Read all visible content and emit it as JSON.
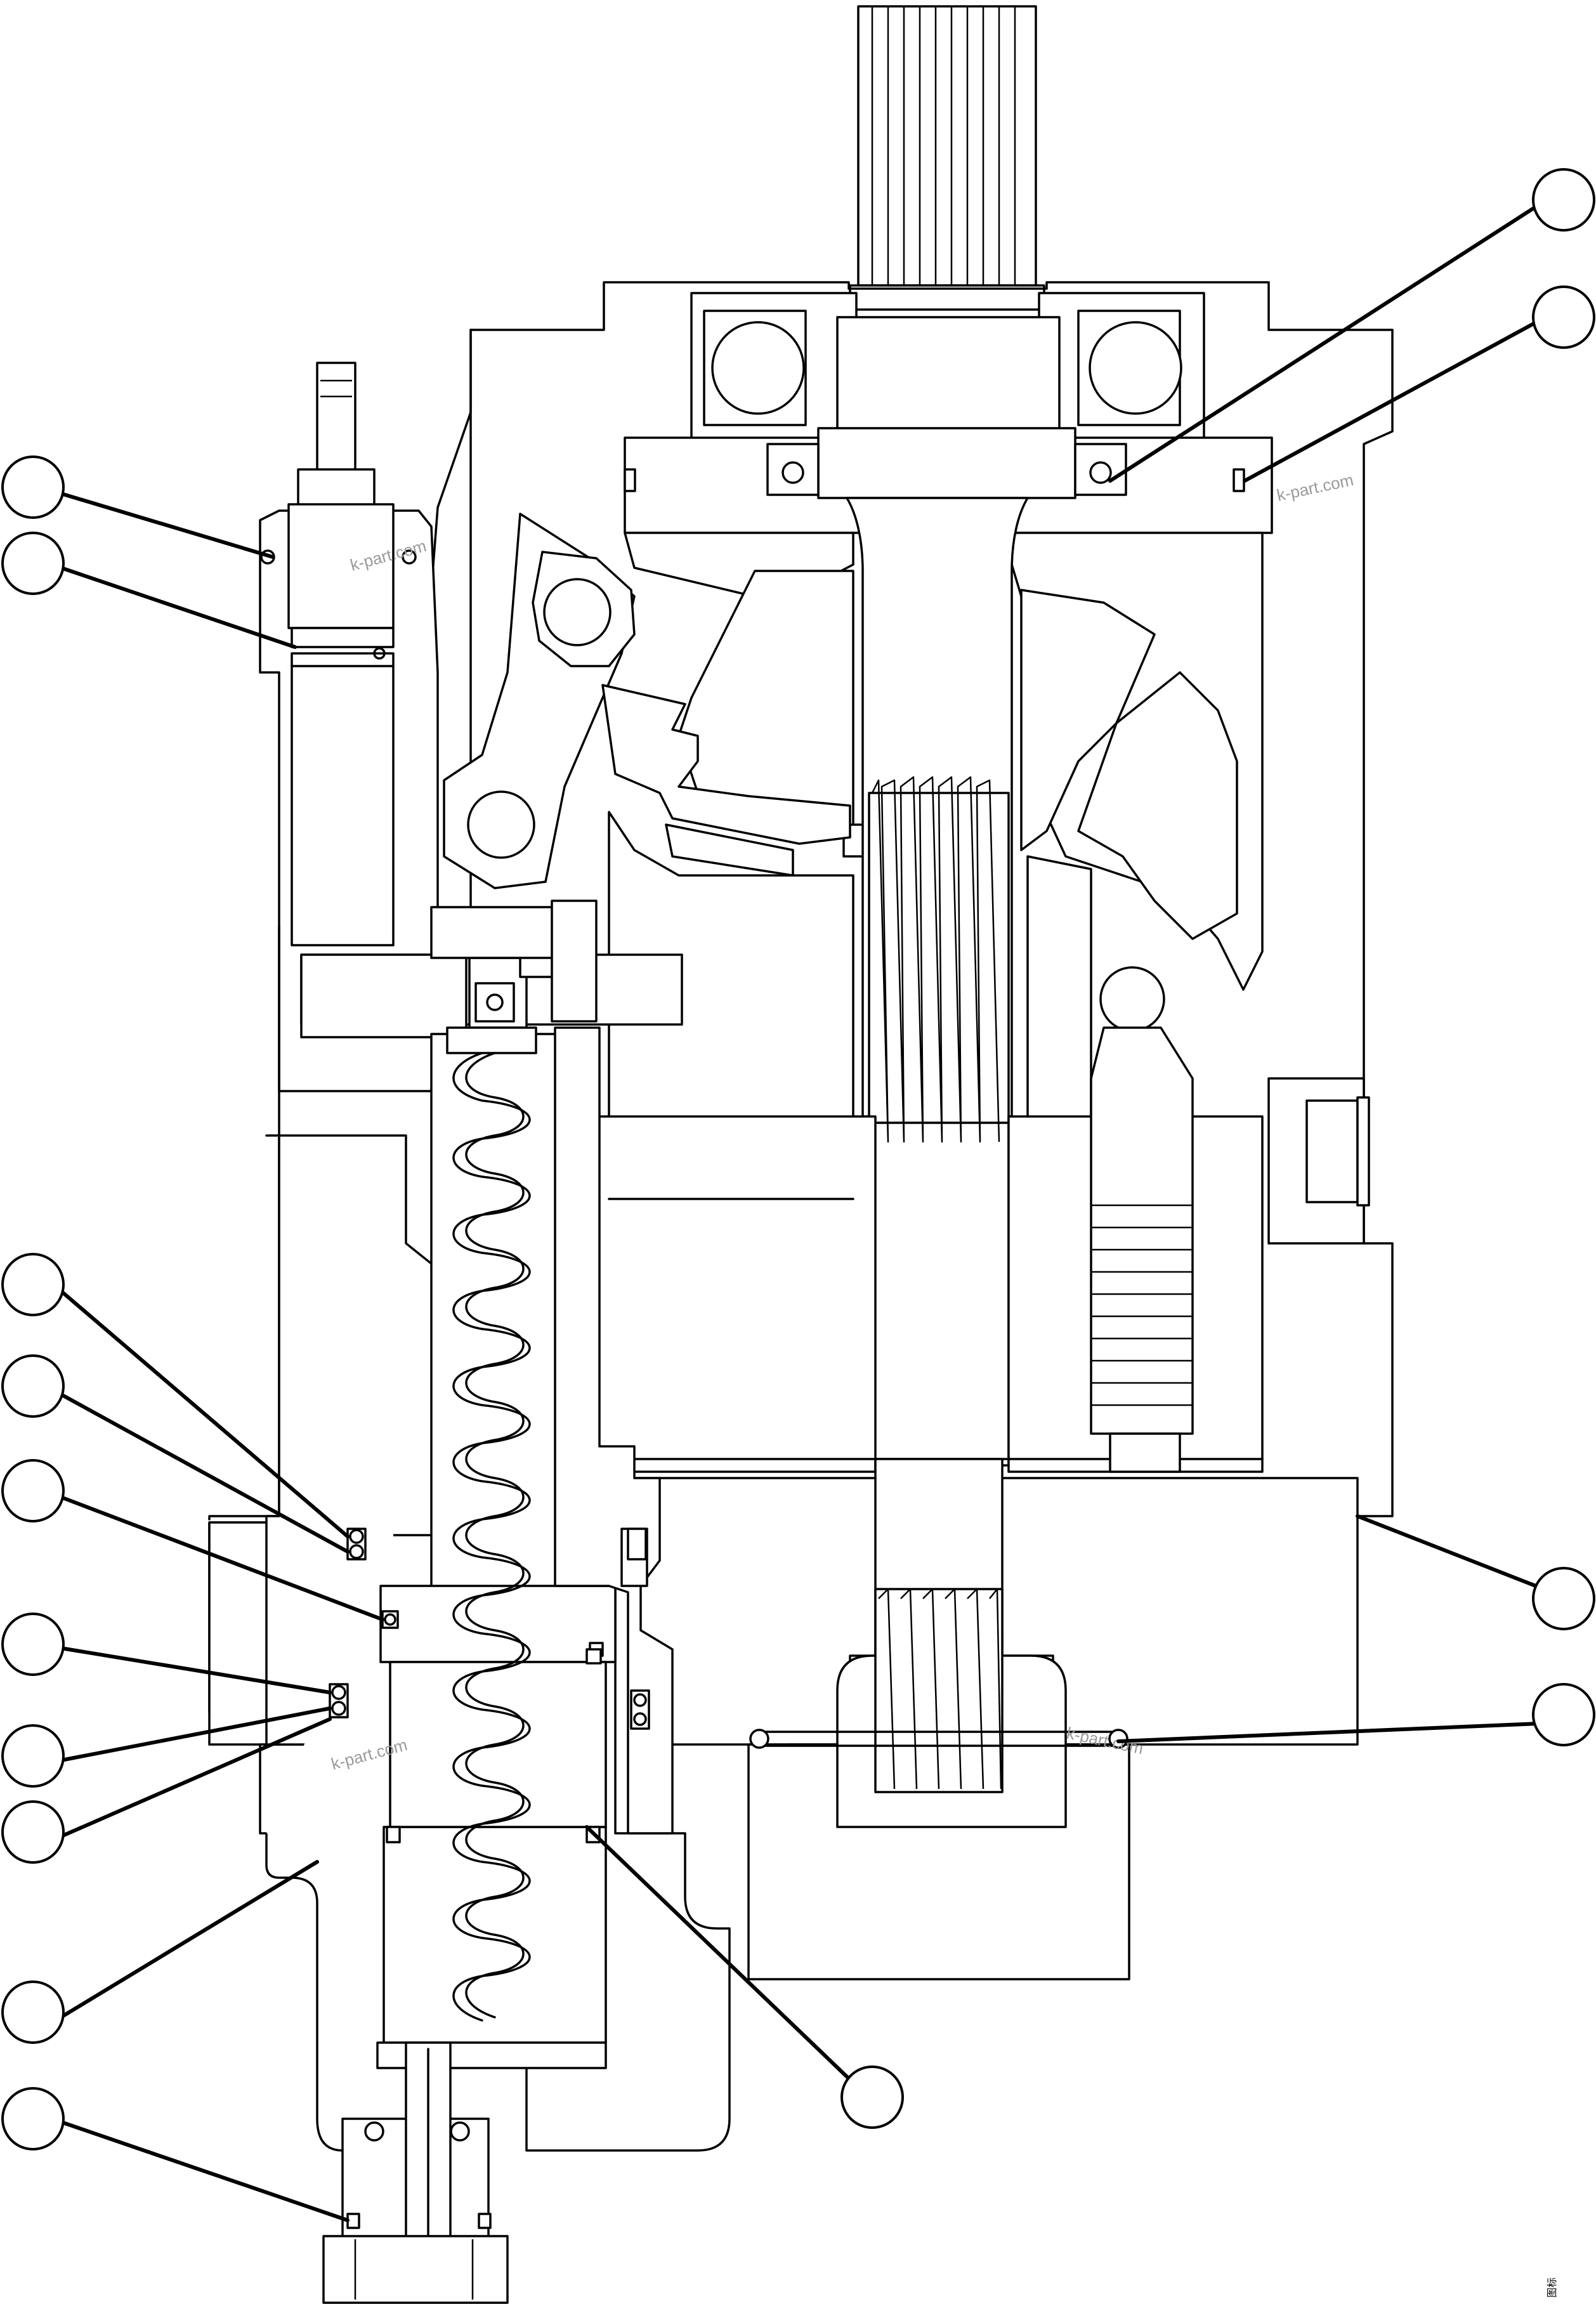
{
  "figure": {
    "watermarks": [
      "k-part.com",
      "k-part.com",
      "k-part.com",
      "k-part.com"
    ],
    "corner_mark": "图标"
  },
  "callouts": [
    {
      "id": "c1",
      "label": ""
    },
    {
      "id": "c2",
      "label": ""
    },
    {
      "id": "c3",
      "label": ""
    },
    {
      "id": "c4",
      "label": ""
    },
    {
      "id": "c5",
      "label": ""
    },
    {
      "id": "c6",
      "label": ""
    },
    {
      "id": "c7",
      "label": ""
    },
    {
      "id": "c8",
      "label": ""
    },
    {
      "id": "c9",
      "label": ""
    },
    {
      "id": "c10",
      "label": ""
    },
    {
      "id": "c11",
      "label": ""
    },
    {
      "id": "c12",
      "label": ""
    },
    {
      "id": "c13",
      "label": ""
    },
    {
      "id": "c14",
      "label": ""
    },
    {
      "id": "c15",
      "label": ""
    },
    {
      "id": "c16",
      "label": ""
    }
  ]
}
